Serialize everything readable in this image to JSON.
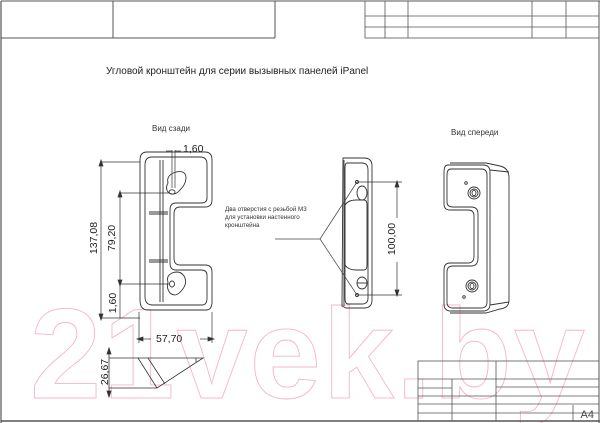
{
  "drawing": {
    "title": "Угловой кронштейн для серии вызывных панелей iPanel",
    "sheet_format": "A4",
    "watermark": "21vek.by",
    "views": {
      "back": {
        "label": "Вид сзади"
      },
      "front": {
        "label": "Вид спереди"
      }
    },
    "note": {
      "line1": "Два отверстия с резьбой М3",
      "line2": "для установки настенного",
      "line3": "кронштейна"
    },
    "dimensions": {
      "hole_width": "1,60",
      "overall_height": "137,08",
      "hole_spacing_back": "79,20",
      "hole_offset": "1,60",
      "width": "57,70",
      "depth": "26,67",
      "hole_spacing_side": "100,00"
    },
    "colors": {
      "line": "#333333",
      "frame": "#555555",
      "watermark": "#f4b6c8",
      "background": "#ffffff"
    }
  }
}
